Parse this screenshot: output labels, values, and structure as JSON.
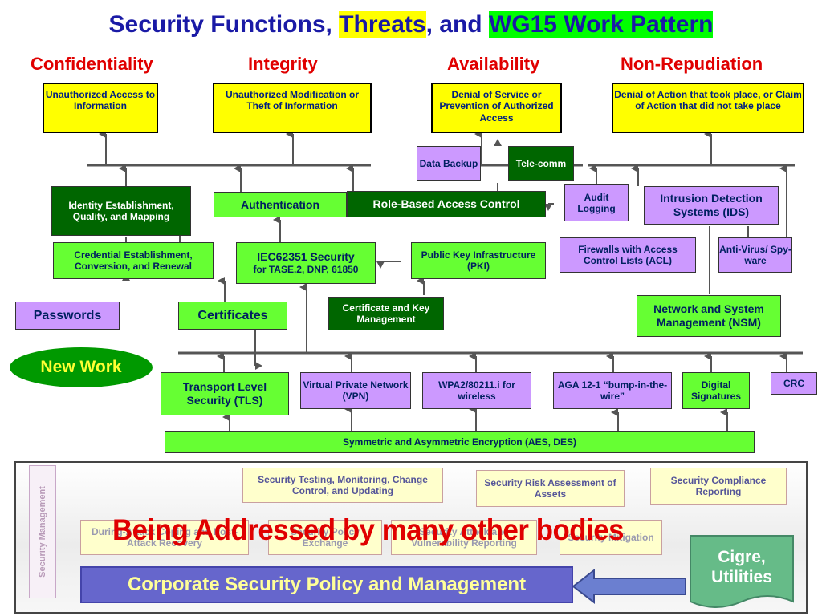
{
  "title": {
    "part1": "Security Functions, ",
    "part2": "Threats",
    "part3": ", and ",
    "part4": "WG15 Work Pattern"
  },
  "categories": [
    "Confidentiality",
    "Integrity",
    "Availability",
    "Non-Repudiation"
  ],
  "threats": [
    "Unauthorized Access to Information",
    "Unauthorized Modification or Theft of Information",
    "Denial of Service or Prevention of Authorized Access",
    "Denial of Action that took place, or Claim of Action that did not take place"
  ],
  "functions": {
    "data_backup": "Data Backup",
    "telecomm": "Tele-comm",
    "identity": "Identity Establishment, Quality, and Mapping",
    "authentication": "Authentication",
    "rbac": "Role-Based Access Control",
    "audit": "Audit Logging",
    "ids": "Intrusion Detection Systems (IDS)",
    "credential": "Credential Establishment, Conversion, and Renewal",
    "iec_line1": "IEC62351 Security",
    "iec_line2": "for TASE.2, DNP, 61850",
    "pki": "Public Key Infrastructure (PKI)",
    "firewalls": "Firewalls with Access Control Lists (ACL)",
    "antivirus": "Anti-Virus/ Spy-ware",
    "passwords": "Passwords",
    "certificates": "Certificates",
    "cert_mgmt": "Certificate and Key Management",
    "nsm": "Network and System Management (NSM)",
    "new_work": "New Work",
    "tls": "Transport Level Security (TLS)",
    "vpn": "Virtual Private Network (VPN)",
    "wpa": "WPA2/80211.i for wireless",
    "aga": "AGA 12-1 “bump-in-the-wire”",
    "digsig": "Digital Signatures",
    "crc": "CRC",
    "encryption": "Symmetric and Asymmetric Encryption (AES, DES)"
  },
  "management": {
    "side_label": "Security Management",
    "testing": "Security Testing, Monitoring, Change Control, and Updating",
    "risk": "Security Risk Assessment of Assets",
    "compliance": "Security Compliance Reporting",
    "hidden1": "During-Attack Coping and Post-Attack Recovery",
    "hidden2": "Security Policy Exchange",
    "hidden3": "Security Attack and Vulnerability Reporting",
    "hidden4": "Security Mitigation",
    "overlay": "Being Addressed by many other bodies",
    "corporate": "Corporate Security Policy and Management",
    "cigre": "Cigre, Utilities"
  },
  "colors": {
    "title": "#1a1aa6",
    "category": "#e00000",
    "threat_fill": "#ffff00",
    "function_fill": "#66ff33",
    "dark_fill": "#006600",
    "violet_fill": "#cc99ff",
    "overlay_text": "#e00000",
    "corporate_fill": "#6666cc"
  }
}
